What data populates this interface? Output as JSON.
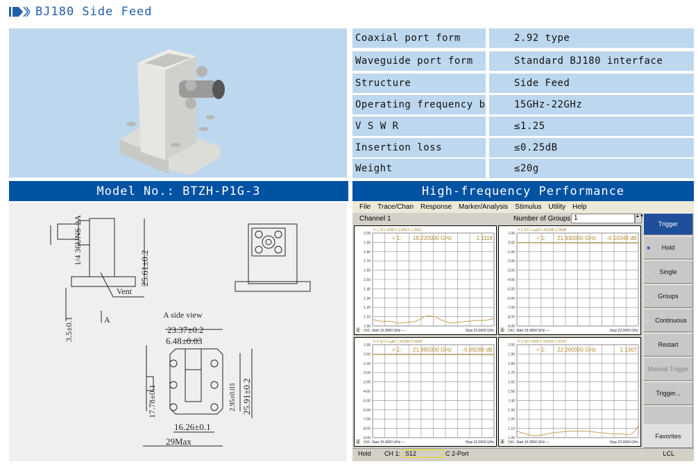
{
  "header": {
    "title": "BJ180 Side Feed",
    "icon": "double-chevron-icon"
  },
  "specs": [
    {
      "label": "Coaxial port form",
      "value": "2.92 type"
    },
    {
      "label": "Waveguide port form",
      "value": "Standard BJ180 interface"
    },
    {
      "label": "Structure",
      "value": "Side Feed"
    },
    {
      "label": "Operating frequency band",
      "value": "15GHz-22GHz"
    },
    {
      "label": "V S W R",
      "value": "≤1.25"
    },
    {
      "label": "Insertion loss",
      "value": "≤0.25dB"
    },
    {
      "label": "Weight",
      "value": "≤20g"
    }
  ],
  "model_bar": "Model No.: BTZH-P1G-3",
  "perf_bar": "High-frequency Performance",
  "drawing": {
    "thread": "1/4 36UNS-2A",
    "h1": "25.61±0.2",
    "flange": "3.5±0.1",
    "vent": "Vent",
    "arrow": "A",
    "view": "A side view",
    "w1": "23.37±0.2",
    "w2": "6.48±0.03",
    "h2": "17.78±0.1",
    "h3": "2.95±0.03",
    "h4": "25.91±0.2",
    "w3": "16.26±0.1",
    "w4": "29Max"
  },
  "vna": {
    "menu": [
      "File",
      "Trace/Chan",
      "Response",
      "Marker/Analysis",
      "Stimulus",
      "Utility",
      "Help"
    ],
    "channel": "Channel 1",
    "groups_label": "Number of Groups",
    "groups_value": "1",
    "side": [
      "Trigger",
      "Hold",
      "Single",
      "Groups",
      "Continuous",
      "Restart",
      "Manual Trigger",
      "Trigger...",
      "",
      "Favorites"
    ],
    "status": {
      "mode": "Hold",
      "ch": "CH 1:",
      "param": "S12",
      "port": "C  2-Port",
      "lcl": "LCL"
    }
  },
  "chart_data": [
    {
      "type": "line",
      "num": "1",
      "title": "Tr 1  S11 SWR 0.1000U/ 1.000U",
      "marker": "> 1:",
      "marker_freq": "18.220000 GHz",
      "marker_val": "1.1118",
      "ylim": [
        1.0,
        2.0
      ],
      "yticks": [
        "2.00",
        "1.90",
        "1.80",
        "1.70",
        "1.60",
        "1.50",
        "1.40",
        "1.30",
        "1.20",
        "1.10",
        "1.00"
      ],
      "start": "Ch1: Start 15.0000 GHz —",
      "stop": "Stop 22.0000 GHz",
      "color": "#c8a050",
      "x": [
        15,
        15.5,
        16,
        16.5,
        17,
        17.5,
        18,
        18.22,
        18.6,
        19,
        19.5,
        20,
        20.5,
        21,
        21.5,
        22
      ],
      "y": [
        1.07,
        1.05,
        1.05,
        1.03,
        1.04,
        1.05,
        1.1,
        1.11,
        1.1,
        1.06,
        1.03,
        1.04,
        1.05,
        1.06,
        1.06,
        1.08
      ]
    },
    {
      "type": "line",
      "num": "2",
      "title": "Tr 2  S21 LogM 1.000dB/ 0.00dB",
      "marker": "> 1:",
      "marker_freq": "21.930000 GHz",
      "marker_val": "-0.10349 dB",
      "ylim": [
        -9,
        1
      ],
      "yticks": [
        "1.00",
        "0.00",
        "-1.00",
        "-2.00",
        "-3.00",
        "-4.00",
        "-5.00",
        "-6.00",
        "-7.00",
        "-8.00",
        "-9.00"
      ],
      "start": "Ch1: Start 15.0000 GHz —",
      "stop": "Stop 22.0000 GHz",
      "color": "#c8a050",
      "x": [
        15,
        16,
        17,
        18,
        19,
        20,
        21,
        21.93,
        22
      ],
      "y": [
        -0.05,
        -0.06,
        -0.07,
        -0.06,
        -0.08,
        -0.07,
        -0.09,
        -0.1,
        -0.1
      ]
    },
    {
      "type": "line",
      "num": "3",
      "title": "Tr 4  S12 LogM 1.000dB/ 0.00dB",
      "marker": "> 1:",
      "marker_freq": "21.895000 GHz",
      "marker_val": "-0.09288 dB",
      "ylim": [
        -9,
        1
      ],
      "yticks": [
        "1.00",
        "0.00",
        "-1.00",
        "-2.00",
        "-3.00",
        "-4.00",
        "-5.00",
        "-6.00",
        "-7.00",
        "-8.00",
        "-9.00"
      ],
      "start": "Ch1: Start 15.0000 GHz —",
      "stop": "Stop 22.0000 GHz",
      "color": "#c8a050",
      "x": [
        15,
        16,
        17,
        18,
        19,
        20,
        21,
        21.895,
        22
      ],
      "y": [
        -0.05,
        -0.06,
        -0.07,
        -0.06,
        -0.08,
        -0.07,
        -0.09,
        -0.09,
        -0.1
      ]
    },
    {
      "type": "line",
      "num": "4",
      "title": "Tr 3  S22 SWR 0.1000U/ 1.000U",
      "marker": "> 1:",
      "marker_freq": "22.000000 GHz",
      "marker_val": "1.1307",
      "ylim": [
        1.0,
        2.0
      ],
      "yticks": [
        "2.00",
        "1.90",
        "1.80",
        "1.70",
        "1.60",
        "1.50",
        "1.40",
        "1.30",
        "1.20",
        "1.10",
        "1.00"
      ],
      "start": "Ch1: Start 15.0000 GHz —",
      "stop": "Stop 22.0000 GHz",
      "color": "#c8a050",
      "x": [
        15,
        15.5,
        16,
        16.5,
        17,
        17.5,
        18,
        18.5,
        19,
        19.5,
        20,
        20.5,
        21,
        21.5,
        21.8,
        22
      ],
      "y": [
        1.07,
        1.04,
        1.02,
        1.03,
        1.05,
        1.06,
        1.07,
        1.07,
        1.07,
        1.06,
        1.05,
        1.04,
        1.04,
        1.03,
        1.07,
        1.13
      ]
    }
  ]
}
